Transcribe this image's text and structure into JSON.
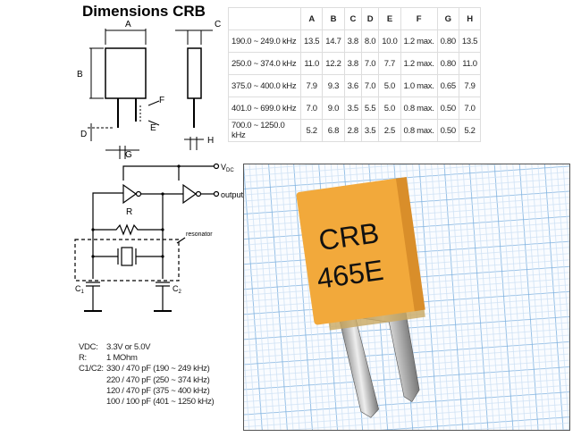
{
  "title": "Dimensions CRB",
  "drawing_labels": {
    "a": "A",
    "b": "B",
    "c": "C",
    "d": "D",
    "e": "E",
    "f": "F",
    "g": "G",
    "h": "H"
  },
  "table": {
    "headers": [
      "",
      "A",
      "B",
      "C",
      "D",
      "E",
      "F",
      "G",
      "H"
    ],
    "rows": [
      [
        "190.0 ~   249.0 kHz",
        "13.5",
        "14.7",
        "3.8",
        "8.0",
        "10.0",
        "1.2 max.",
        "0.80",
        "13.5"
      ],
      [
        "250.0 ~   374.0 kHz",
        "11.0",
        "12.2",
        "3.8",
        "7.0",
        "7.7",
        "1.2 max.",
        "0.80",
        "11.0"
      ],
      [
        "375.0 ~   400.0 kHz",
        "7.9",
        "9.3",
        "3.6",
        "7.0",
        "5.0",
        "1.0 max.",
        "0.65",
        "7.9"
      ],
      [
        "401.0 ~   699.0 kHz",
        "7.0",
        "9.0",
        "3.5",
        "5.5",
        "5.0",
        "0.8 max.",
        "0.50",
        "7.0"
      ],
      [
        "700.0 ~ 1250.0 kHz",
        "5.2",
        "6.8",
        "2.8",
        "3.5",
        "2.5",
        "0.8 max.",
        "0.50",
        "5.2"
      ]
    ]
  },
  "circuit": {
    "vdc": "V",
    "vdc_sub": "DC",
    "output": "output",
    "r": "R",
    "resonator": "resonator",
    "c1": "C",
    "c1_sub": "1",
    "c2": "C",
    "c2_sub": "2"
  },
  "legend": [
    {
      "key": "VDC:",
      "value": "3.3V or 5.0V"
    },
    {
      "key": "R:",
      "value": "1 MOhm"
    },
    {
      "key": "C1/C2:",
      "value": "330 / 470 pF (190 ~ 249 kHz)"
    },
    {
      "key": "",
      "value": "220 / 470 pF (250 ~ 374 kHz)"
    },
    {
      "key": "",
      "value": "120 / 470 pF (375 ~ 400 kHz)"
    },
    {
      "key": "",
      "value": "100 / 100 pF (401 ~ 1250 kHz)"
    }
  ],
  "photo": {
    "marking_line1": "CRB",
    "marking_line2": "465E",
    "body_color": "#f2a93b",
    "grid_color": "#7fb2e0"
  }
}
